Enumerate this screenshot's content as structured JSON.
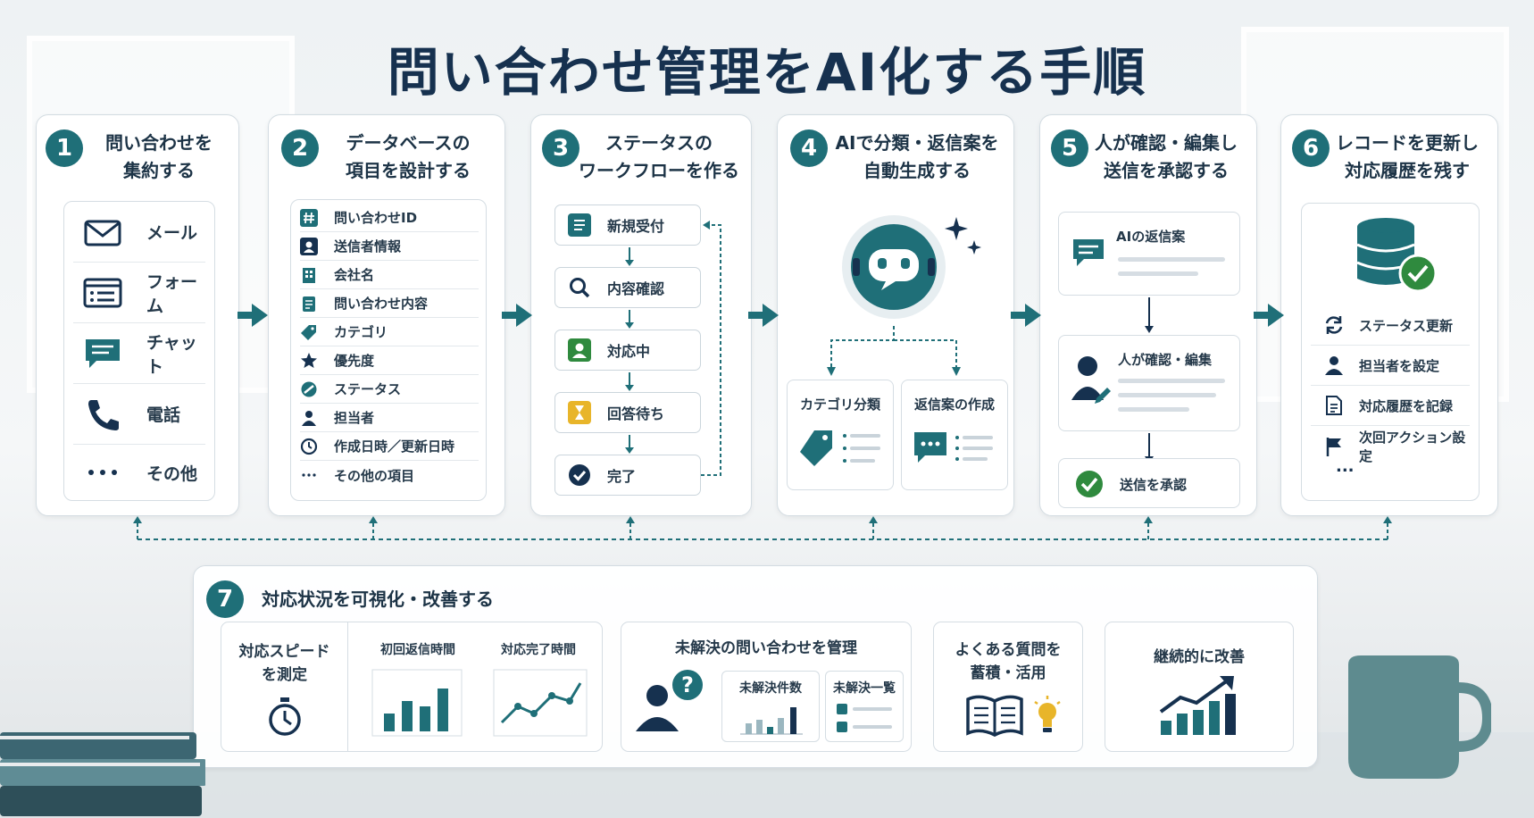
{
  "title": "問い合わせ管理をAI化する手順",
  "colors": {
    "primary": "#1f6f78",
    "navy": "#16314f",
    "success": "#2f8a3e",
    "warning": "#e8b52a"
  },
  "steps": [
    {
      "num": "1",
      "title_line1": "問い合わせを",
      "title_line2": "集約する",
      "items": [
        {
          "icon": "mail-icon",
          "label": "メール"
        },
        {
          "icon": "form-icon",
          "label": "フォーム"
        },
        {
          "icon": "chat-icon",
          "label": "チャット"
        },
        {
          "icon": "phone-icon",
          "label": "電話"
        },
        {
          "icon": "more-icon",
          "label": "その他"
        }
      ]
    },
    {
      "num": "2",
      "title_line1": "データベースの",
      "title_line2": "項目を設計する",
      "items": [
        {
          "icon": "hash-icon",
          "label": "問い合わせID"
        },
        {
          "icon": "person-icon",
          "label": "送信者情報"
        },
        {
          "icon": "building-icon",
          "label": "会社名"
        },
        {
          "icon": "document-icon",
          "label": "問い合わせ内容"
        },
        {
          "icon": "tag-icon",
          "label": "カテゴリ"
        },
        {
          "icon": "star-icon",
          "label": "優先度"
        },
        {
          "icon": "status-icon",
          "label": "ステータス"
        },
        {
          "icon": "person-icon",
          "label": "担当者"
        },
        {
          "icon": "clock-icon",
          "label": "作成日時／更新日時"
        },
        {
          "icon": "more-icon",
          "label": "その他の項目"
        }
      ]
    },
    {
      "num": "3",
      "title_line1": "ステータスの",
      "title_line2": "ワークフローを作る",
      "items": [
        {
          "icon": "list-icon",
          "label": "新規受付"
        },
        {
          "icon": "search-icon",
          "label": "内容確認"
        },
        {
          "icon": "person-icon",
          "label": "対応中"
        },
        {
          "icon": "hourglass-icon",
          "label": "回答待ち"
        },
        {
          "icon": "check-circle-icon",
          "label": "完了"
        }
      ]
    },
    {
      "num": "4",
      "title_line1": "AIで分類・返信案を",
      "title_line2": "自動生成する",
      "sub": [
        {
          "icon": "tag-icon",
          "label": "カテゴリ分類"
        },
        {
          "icon": "chat-icon",
          "label": "返信案の作成"
        }
      ]
    },
    {
      "num": "5",
      "title_line1": "人が確認・編集し",
      "title_line2": "送信を承認する",
      "boxes": [
        {
          "icon": "chat-icon",
          "label": "AIの返信案"
        },
        {
          "icon": "person-edit-icon",
          "label": "人が確認・編集"
        },
        {
          "icon": "check-circle-icon",
          "label": "送信を承認"
        }
      ]
    },
    {
      "num": "6",
      "title_line1": "レコードを更新し",
      "title_line2": "対応履歴を残す",
      "items": [
        {
          "icon": "refresh-icon",
          "label": "ステータス更新"
        },
        {
          "icon": "person-icon",
          "label": "担当者を設定"
        },
        {
          "icon": "document-icon",
          "label": "対応履歴を記録"
        },
        {
          "icon": "flag-icon",
          "label": "次回アクション設定"
        }
      ],
      "more": "..."
    }
  ],
  "bottom": {
    "num": "7",
    "title": "対応状況を可視化・改善する",
    "speed": {
      "line1": "対応スピード",
      "line2": "を測定",
      "first_reply": "初回返信時間",
      "completion": "対応完了時間"
    },
    "unresolved": {
      "title": "未解決の問い合わせを管理",
      "count": "未解決件数",
      "list": "未解決一覧"
    },
    "faq": {
      "line1": "よくある質問を",
      "line2": "蓄積・活用"
    },
    "improve": {
      "title": "継続的に改善"
    }
  }
}
